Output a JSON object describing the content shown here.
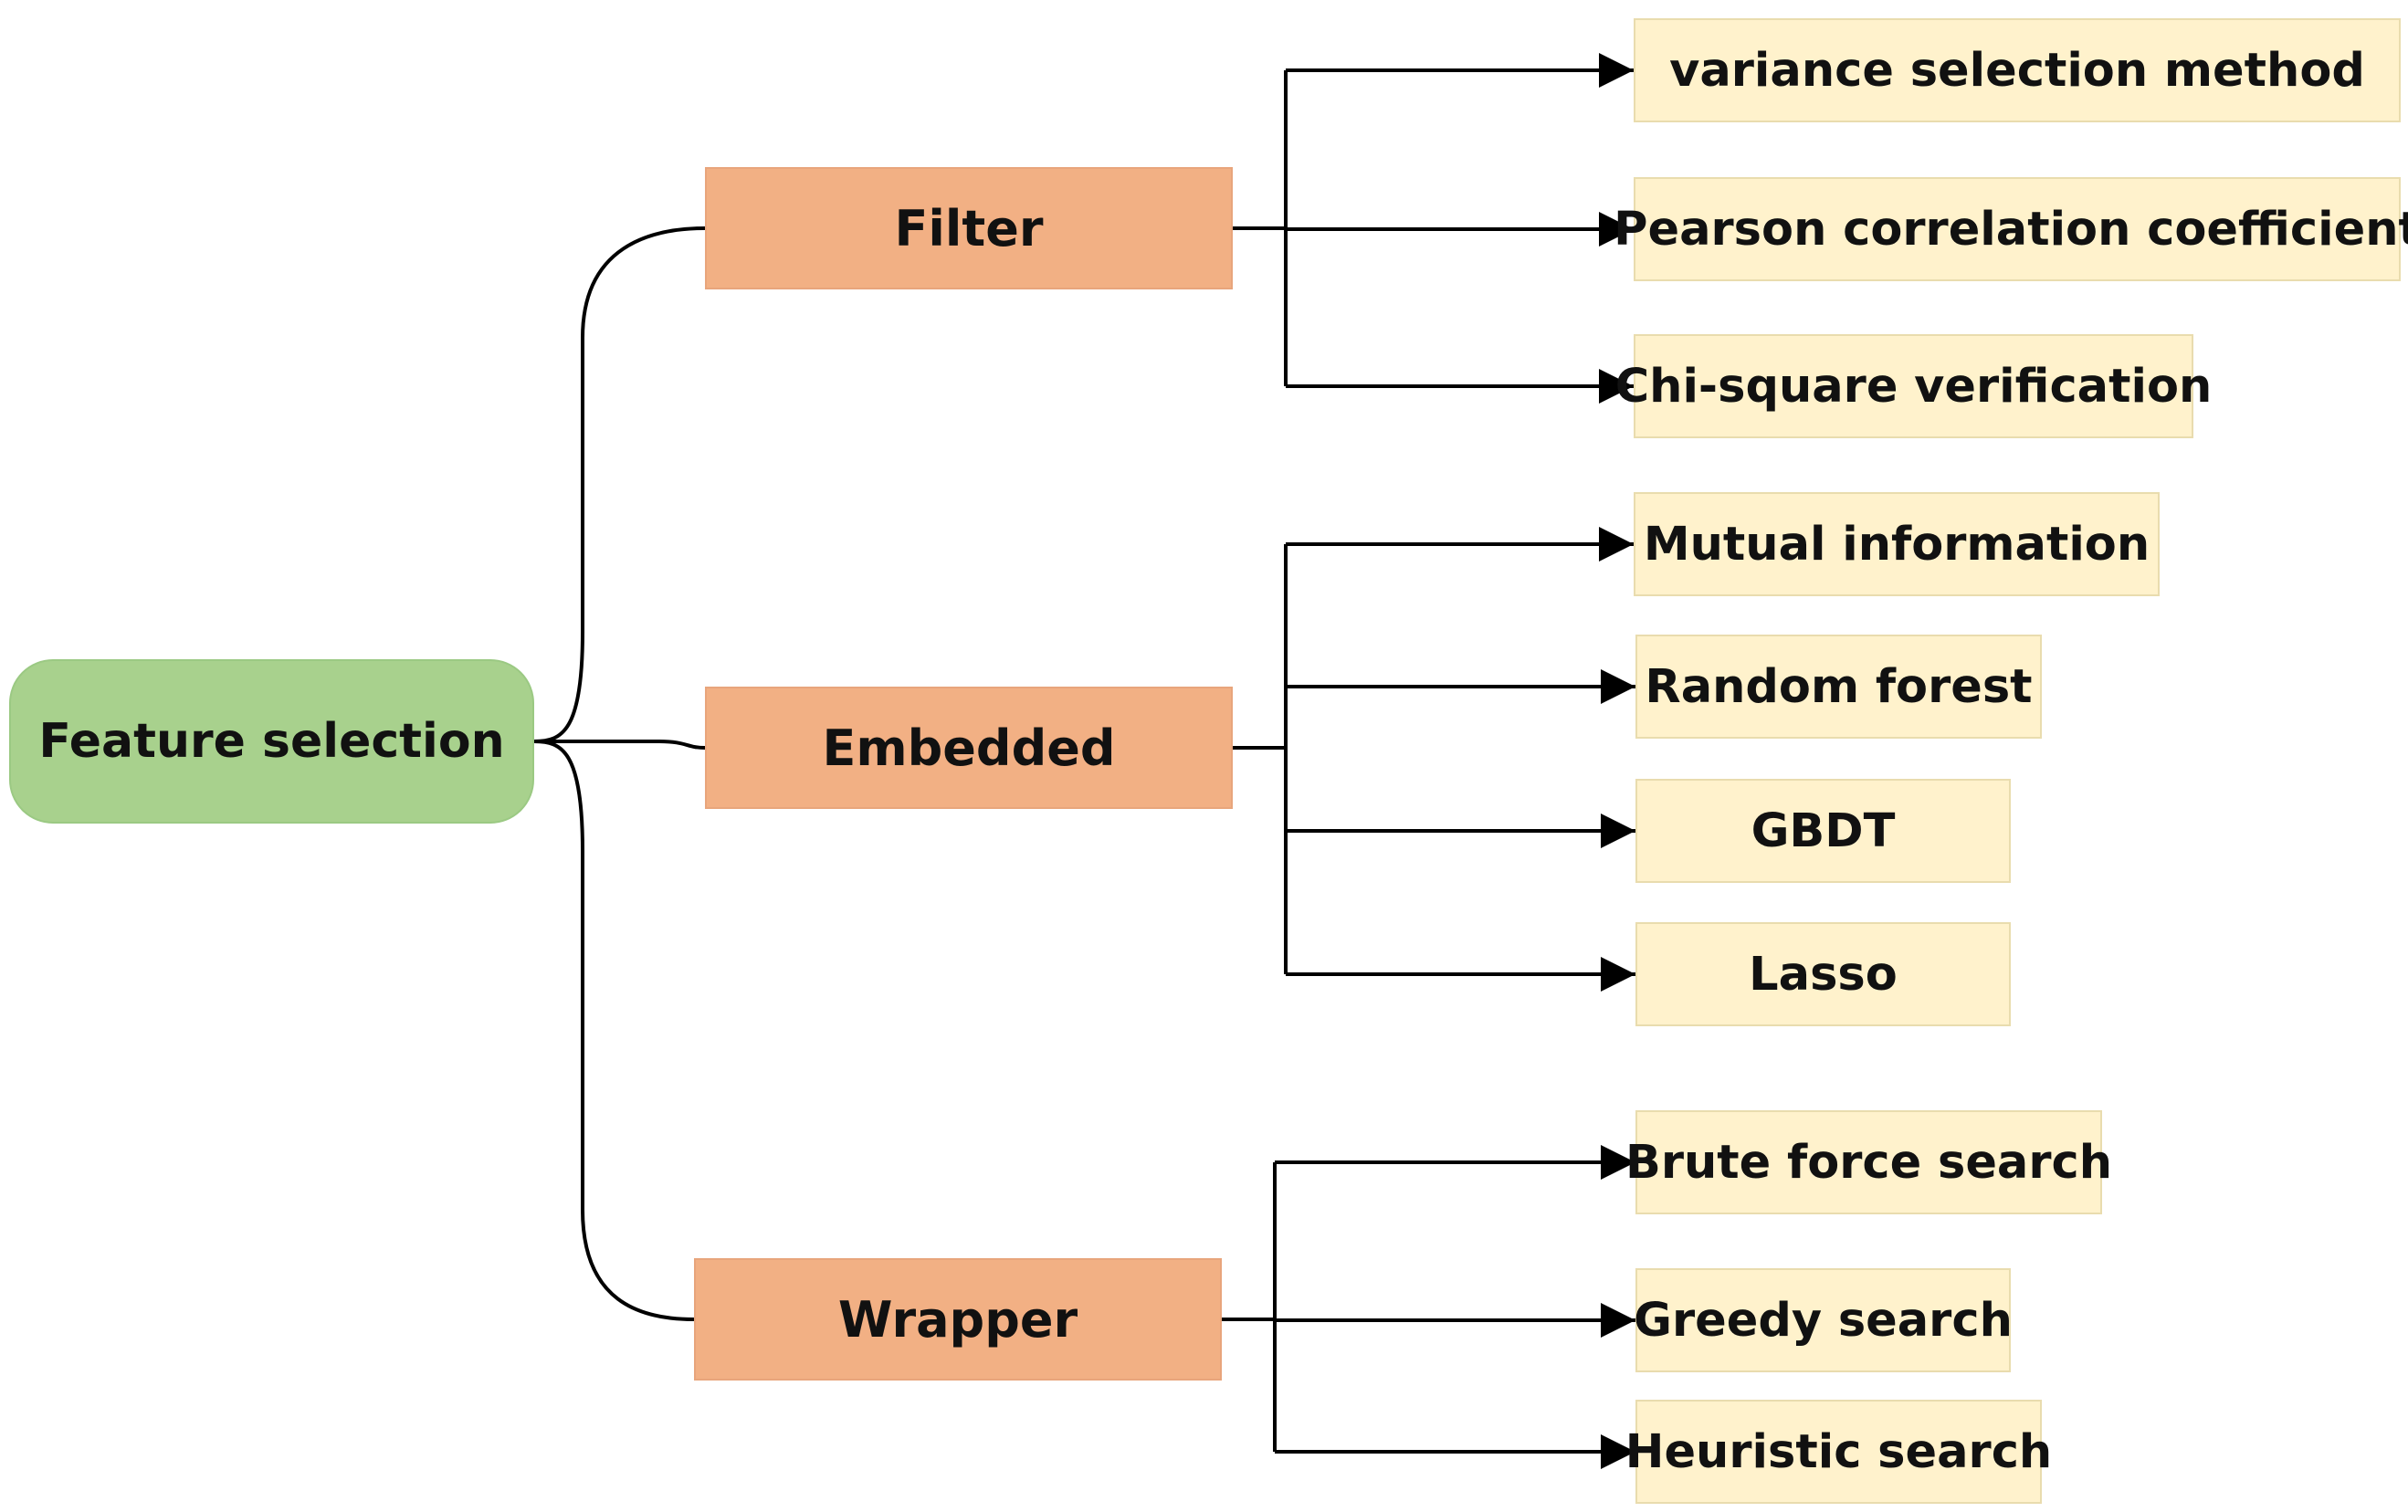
{
  "colors": {
    "root_fill": "#a8d18d",
    "category_fill": "#f2b084",
    "method_fill": "#fff2cc",
    "line": "#000000",
    "text": "#111111"
  },
  "root": {
    "label": "Feature selection"
  },
  "categories": [
    {
      "id": "filter",
      "label": "Filter",
      "methods": [
        {
          "id": "variance",
          "label": "variance selection method"
        },
        {
          "id": "pearson",
          "label": "Pearson correlation coefficient"
        },
        {
          "id": "chi-square",
          "label": "Chi-square verification"
        }
      ]
    },
    {
      "id": "embedded",
      "label": "Embedded",
      "methods": [
        {
          "id": "mutual-information",
          "label": "Mutual information"
        },
        {
          "id": "random-forest",
          "label": "Random forest"
        },
        {
          "id": "gbdt",
          "label": "GBDT"
        },
        {
          "id": "lasso",
          "label": "Lasso"
        }
      ]
    },
    {
      "id": "wrapper",
      "label": "Wrapper",
      "methods": [
        {
          "id": "brute-force",
          "label": "Brute force search"
        },
        {
          "id": "greedy",
          "label": "Greedy search"
        },
        {
          "id": "heuristic",
          "label": "Heuristic search"
        }
      ]
    }
  ]
}
